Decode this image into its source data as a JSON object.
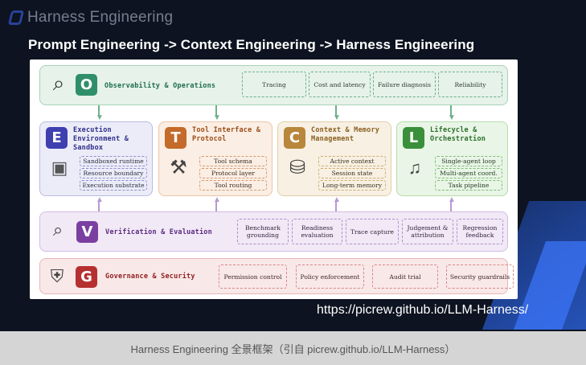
{
  "brand": {
    "name": "Harness Engineering"
  },
  "headline": "Prompt Engineering -> Context Engineering -> Harness Engineering",
  "url": "https://picrew.github.io/LLM-Harness/",
  "caption": "Harness Engineering 全景框架（引自 picrew.github.io/LLM-Harness）",
  "diagram": {
    "observability": {
      "letter": "O",
      "title": "Observability & Operations",
      "chips": [
        "Tracing",
        "Cost and latency",
        "Failure diagnosis",
        "Reliability"
      ],
      "icon": "magnifier-eye-icon"
    },
    "execution": {
      "letter": "E",
      "title": "Execution Environment & Sandbox",
      "chips": [
        "Sandboxed runtime",
        "Resource boundary",
        "Execution substrate"
      ],
      "icon": "sandbox-code-icon"
    },
    "tool": {
      "letter": "T",
      "title": "Tool Interface & Protocol",
      "chips": [
        "Tool schema",
        "Protocol layer",
        "Tool routing"
      ],
      "icon": "tools-icon"
    },
    "context": {
      "letter": "C",
      "title": "Context & Memory Management",
      "chips": [
        "Active context",
        "Session state",
        "Long-term memory"
      ],
      "icon": "database-icon"
    },
    "lifecycle": {
      "letter": "L",
      "title": "Lifecycle & Orchestration",
      "chips": [
        "Single-agent loop",
        "Multi-agent coord.",
        "Task pipeline"
      ],
      "icon": "orchestration-icon"
    },
    "verification": {
      "letter": "V",
      "title": "Verification & Evaluation",
      "chips": [
        "Benchmark grounding",
        "Readiness evaluation",
        "Trace capture",
        "Judgement & attribution",
        "Regression feedback"
      ],
      "icon": "chart-search-icon"
    },
    "governance": {
      "letter": "G",
      "title": "Governance & Security",
      "chips": [
        "Permission control",
        "Policy enforcement",
        "Audit trial",
        "Security guardrails"
      ],
      "icon": "shield-lock-icon"
    }
  },
  "colors": {
    "observability": "#2f8f6a",
    "execution": "#3f3fb0",
    "tool": "#c46a2a",
    "context": "#b8873b",
    "lifecycle": "#3a8f3a",
    "verification": "#7a3fa0",
    "governance": "#b53030"
  }
}
